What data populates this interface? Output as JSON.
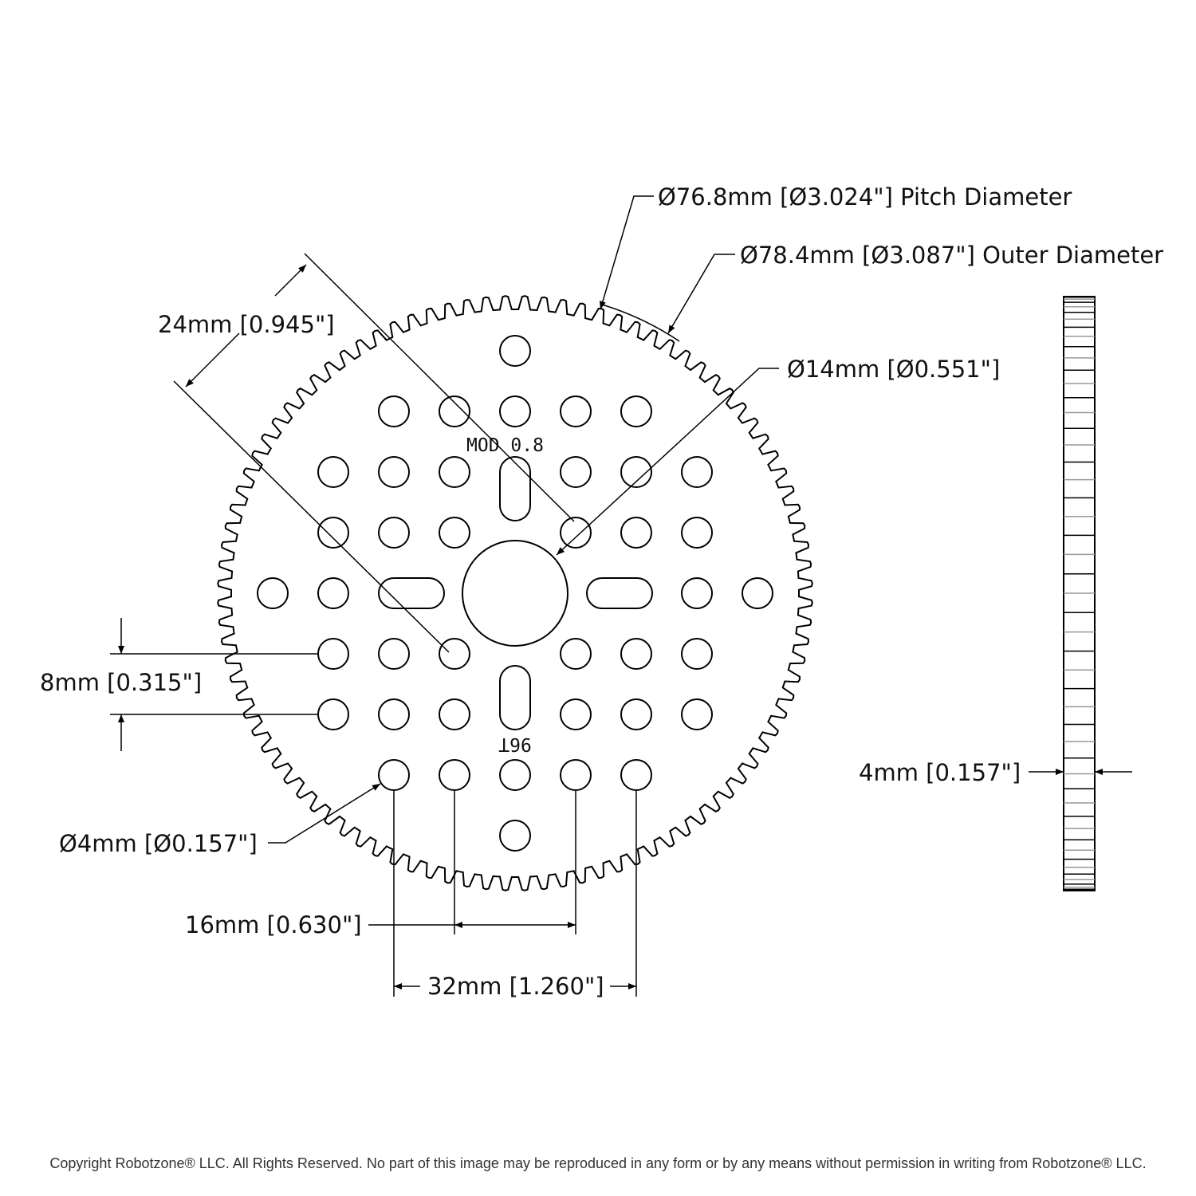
{
  "labels": {
    "pitch_diameter": "Ø76.8mm [Ø3.024\"] Pitch Diameter",
    "outer_diameter": "Ø78.4mm [Ø3.087\"] Outer Diameter",
    "bore_diameter": "Ø14mm [Ø0.551\"]",
    "diagonal_spacing": "24mm [0.945\"]",
    "row_spacing": "8mm [0.315\"]",
    "hole_diameter": "Ø4mm [Ø0.157\"]",
    "spacing_16": "16mm [0.630\"]",
    "spacing_32": "32mm [1.260\"]",
    "thickness": "4mm [0.157\"]"
  },
  "part_marks": {
    "module": "MOD 0.8",
    "tooth_count_label": "96T"
  },
  "gear": {
    "teeth": 96
  },
  "copyright": "Copyright Robotzone® LLC.  All Rights Reserved. No part of this image may be reproduced in any form or by any means without permission in writing from Robotzone® LLC."
}
